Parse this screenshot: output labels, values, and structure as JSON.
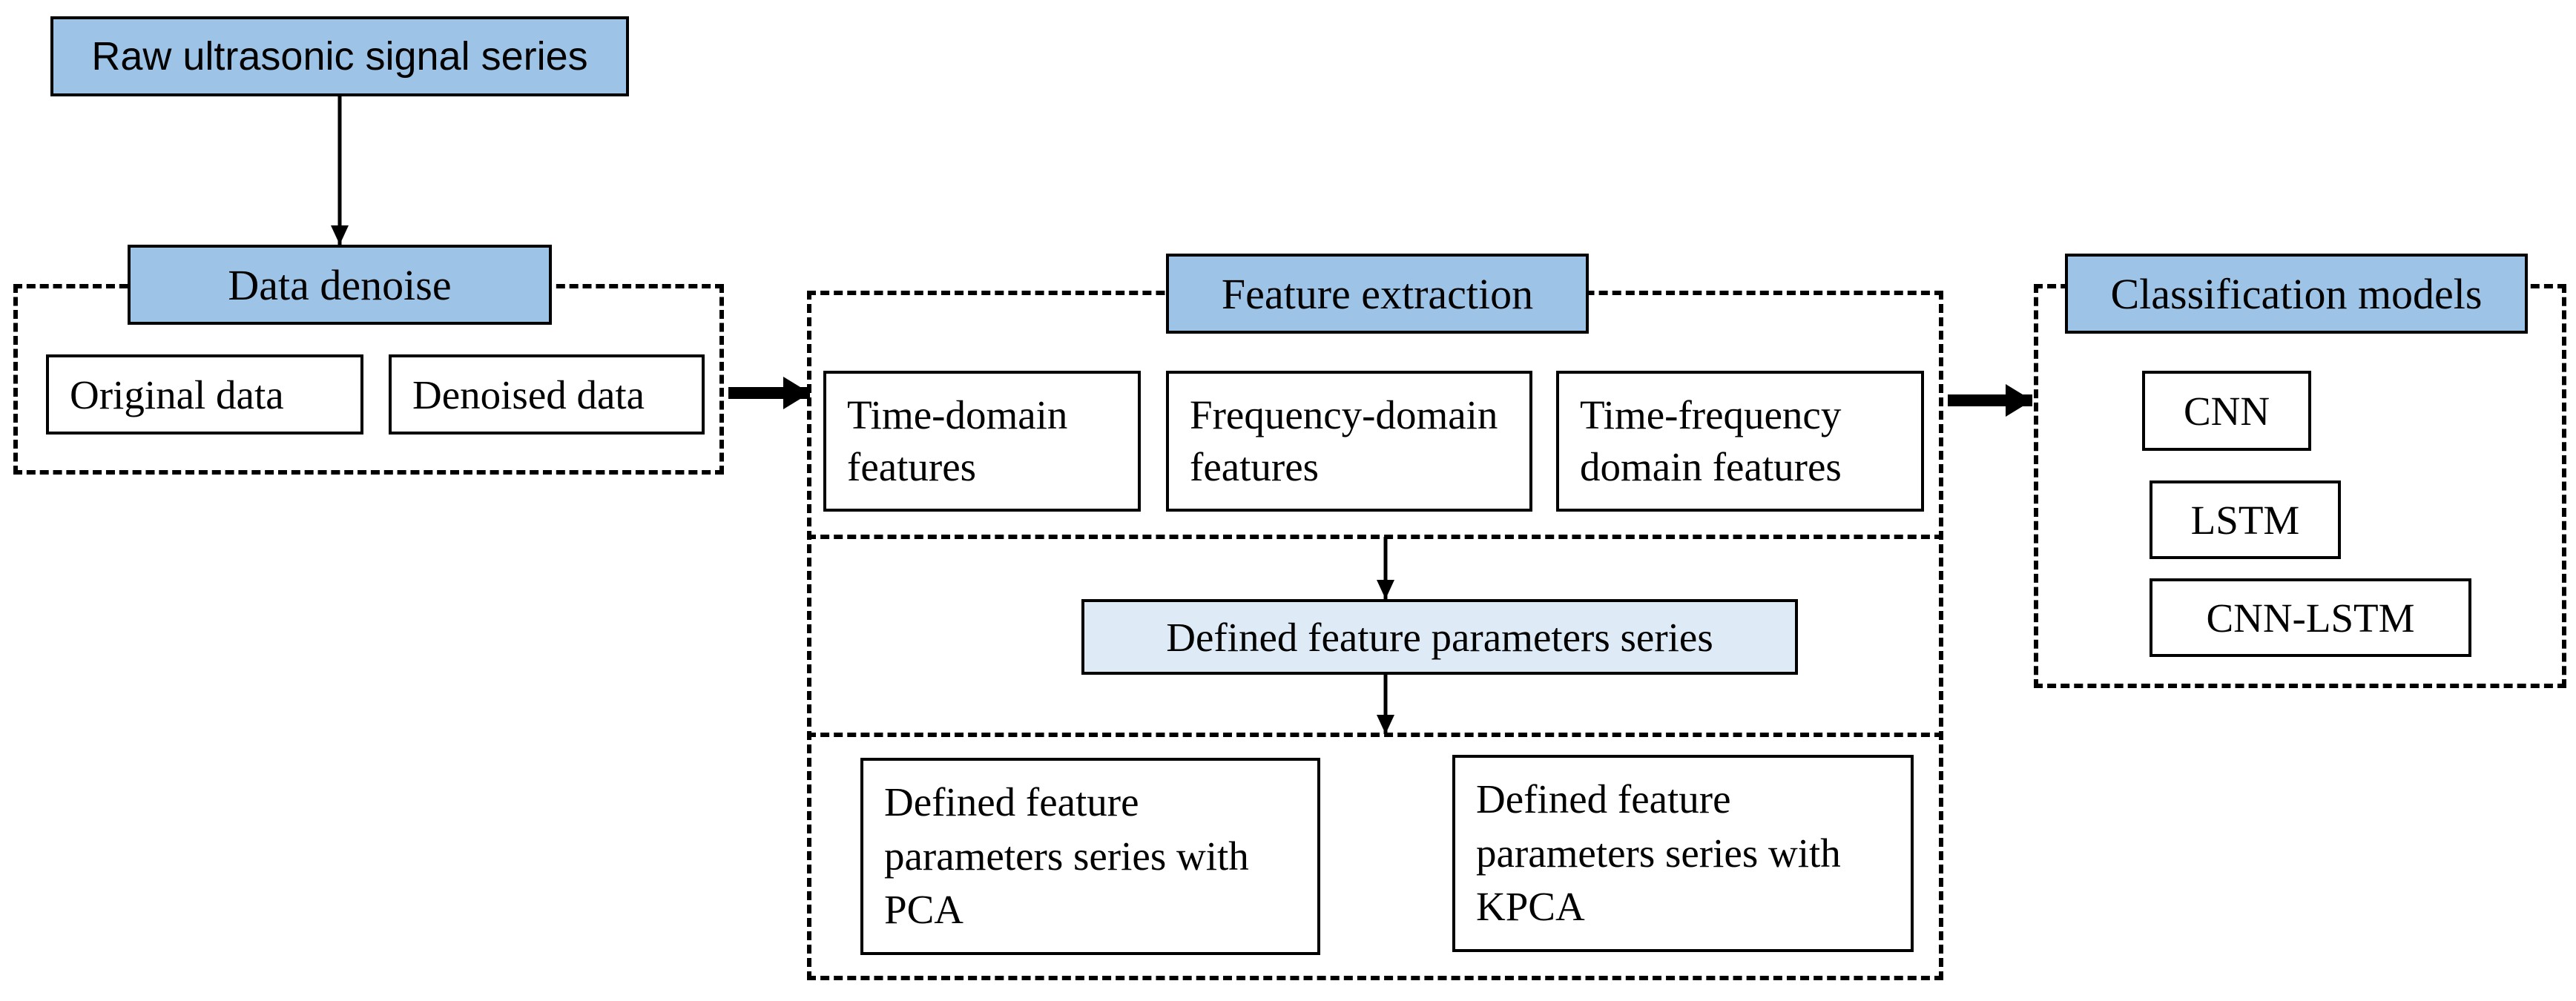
{
  "nodes": {
    "raw": "Raw ultrasonic signal series",
    "denoise_title": "Data denoise",
    "original": "Original data",
    "denoised": "Denoised data",
    "feature_title": "Feature extraction",
    "time_domain": "Time-domain features",
    "freq_domain": "Frequency-domain features",
    "time_freq": "Time-frequency domain features",
    "defined_series": "Defined feature parameters series",
    "pca": "Defined feature parameters series with PCA",
    "kpca": "Defined feature parameters series with KPCA",
    "class_title": "Classification models",
    "cnn": "CNN",
    "lstm": "LSTM",
    "cnn_lstm": "CNN-LSTM"
  },
  "colors": {
    "header_blue": "#9dc3e6",
    "light_blue": "#deebf7",
    "stroke": "#000000"
  }
}
